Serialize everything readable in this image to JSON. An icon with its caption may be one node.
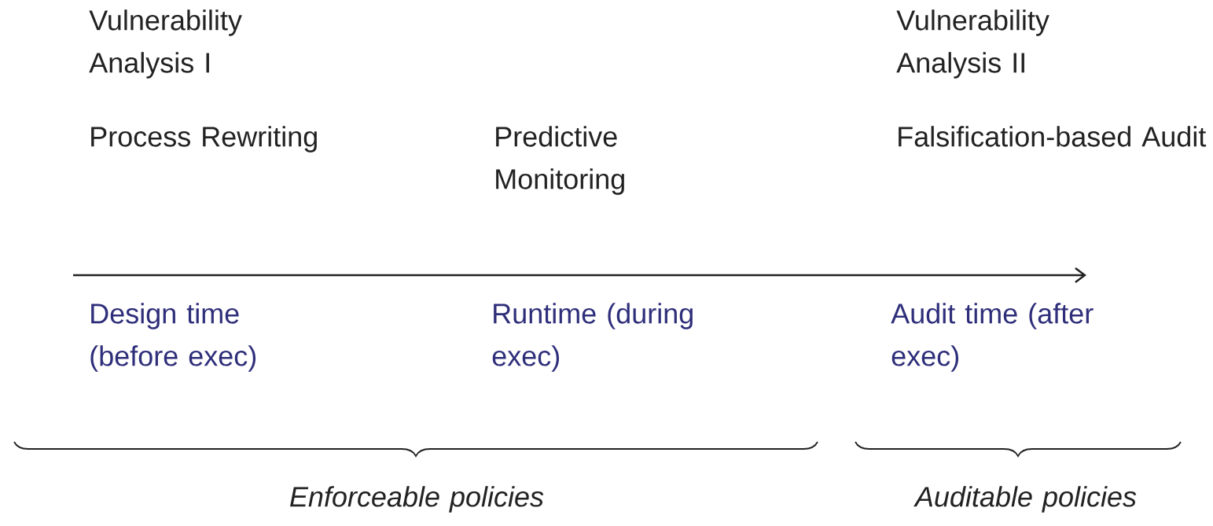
{
  "diagram": {
    "labels": [
      "Vulnerability Analysis I",
      "Vulnerability Analysis II",
      "Process Rewriting",
      "Predictive Monitoring",
      "Falsification-based Audit",
      "Design time (before exec)",
      "Runtime (during exec)",
      "Audit time (after exec)",
      "Enforceable policies",
      "Auditable policies"
    ]
  }
}
